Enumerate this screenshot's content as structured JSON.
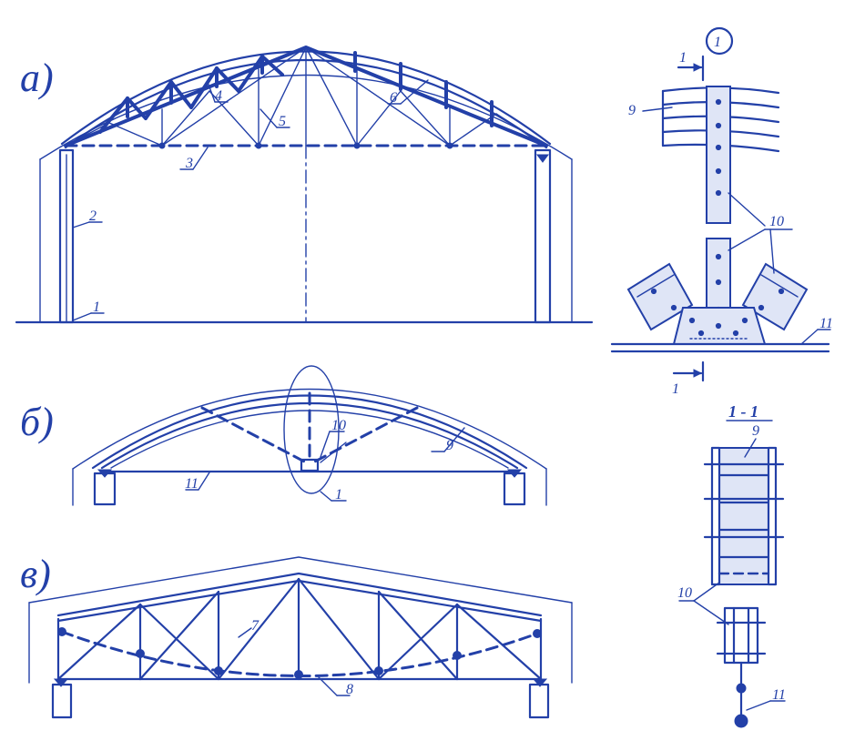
{
  "colors": {
    "ink": "#2340a8",
    "paper": "#ffffff",
    "pale": "#dfe5f6"
  },
  "parts": {
    "a": "а)",
    "b": "б)",
    "v": "в)"
  },
  "node": {
    "marker": "1",
    "cut_left": "1",
    "cut_right": "1"
  },
  "section": {
    "title": "1 - 1"
  },
  "labels": {
    "l1": "1",
    "l2": "2",
    "l3": "3",
    "l4": "4",
    "l5": "5",
    "l6": "6",
    "l7": "7",
    "l8": "8",
    "l9": "9",
    "l10": "10",
    "l11": "11"
  }
}
